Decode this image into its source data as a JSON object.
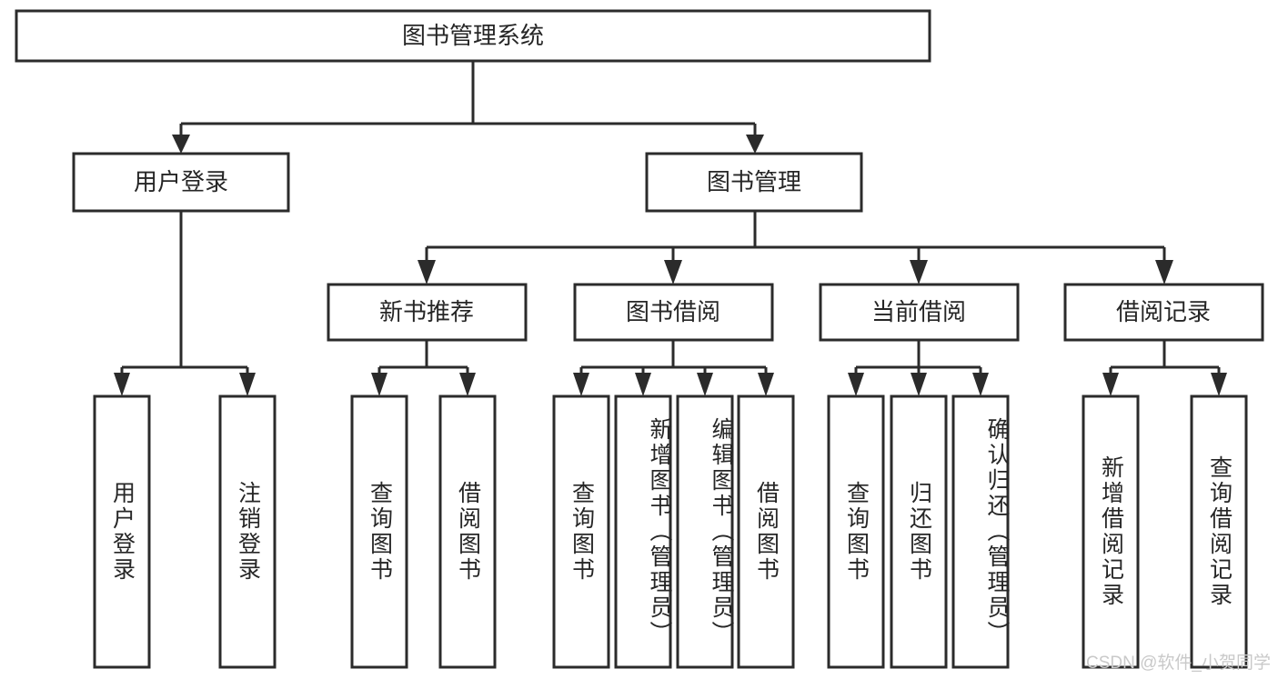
{
  "diagram": {
    "title": "图书管理系统",
    "type": "tree-hierarchy-diagram",
    "colors": {
      "box_stroke": "#2b2b2b",
      "box_fill": "#ffffff",
      "text": "#262626",
      "background": "#ffffff",
      "watermark": "#c9c9c9"
    },
    "root": {
      "label": "图书管理系统"
    },
    "level2": [
      {
        "label": "用户登录"
      },
      {
        "label": "图书管理"
      }
    ],
    "level3": [
      {
        "label": "新书推荐"
      },
      {
        "label": "图书借阅"
      },
      {
        "label": "当前借阅"
      },
      {
        "label": "借阅记录"
      }
    ],
    "leaves": {
      "user_login": [
        {
          "label": "用户登录"
        },
        {
          "label": "注销登录"
        }
      ],
      "new_book_recommend": [
        {
          "label": "查询图书"
        },
        {
          "label": "借阅图书"
        }
      ],
      "book_borrow": [
        {
          "label": "查询图书"
        },
        {
          "label": "新增图书（管理员）"
        },
        {
          "label": "编辑图书（管理员）"
        },
        {
          "label": "借阅图书"
        }
      ],
      "current_borrow": [
        {
          "label": "查询图书"
        },
        {
          "label": "归还图书"
        },
        {
          "label": "确认归还（管理员）"
        }
      ],
      "borrow_record": [
        {
          "label": "新增借阅记录"
        },
        {
          "label": "查询借阅记录"
        }
      ]
    }
  },
  "watermark": {
    "text": "CSDN @软件_小贺同学"
  }
}
